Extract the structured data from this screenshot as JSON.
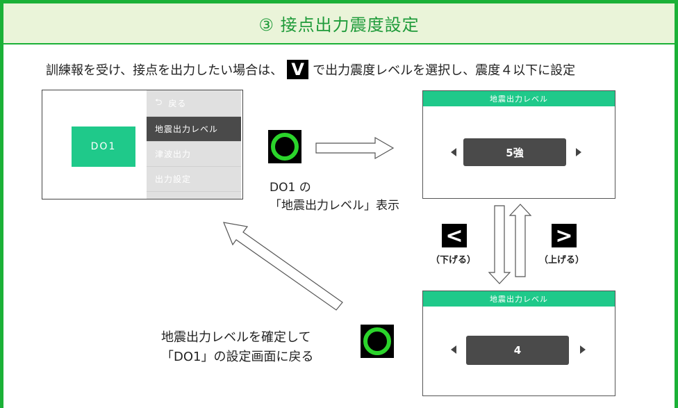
{
  "header": {
    "title": "③ 接点出力震度設定"
  },
  "instruction": {
    "before": "訓練報を受け、接点を出力したい場合は、",
    "key": "V",
    "after": "で出力震度レベルを選択し、震度４以下に設定"
  },
  "menu_screen": {
    "channel": "DO1",
    "items": [
      "戻る",
      "地震出力レベル",
      "津波出力",
      "出力設定"
    ],
    "back_icon": "back-arrow-icon"
  },
  "caption_display": [
    "DO1 の",
    "「地震出力レベル」表示"
  ],
  "level_screen_top": {
    "title": "地震出力レベル",
    "value": "5強"
  },
  "level_screen_bottom": {
    "title": "地震出力レベル",
    "value": "4"
  },
  "nav": {
    "down_key": "<",
    "down_label": "（下げる）",
    "up_key": ">",
    "up_label": "（上げる）"
  },
  "caption_confirm": [
    "地震出力レベルを確定して",
    "「DO1」の設定画面に戻る"
  ],
  "colors": {
    "frame": "#1bb137",
    "accent": "#1fc98a",
    "ok_ring": "#2bd42b",
    "header_bg": "#eaf4d9"
  }
}
